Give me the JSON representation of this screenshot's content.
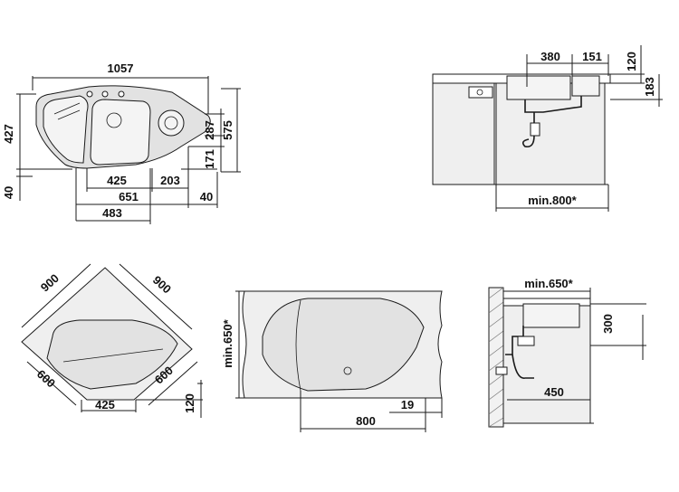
{
  "top_view": {
    "overall_width": "1057",
    "depth_left": "427",
    "front_edge_left": "40",
    "depth_right": "287",
    "overall_depth": "575",
    "drain_offset": "171",
    "dim_425": "425",
    "dim_203": "203",
    "dim_651": "651",
    "dim_40_right": "40",
    "dim_483": "483"
  },
  "side_view_1": {
    "dim_380": "380",
    "dim_151": "151",
    "dim_120": "120",
    "dim_183": "183",
    "min_cabinet": "min.800*"
  },
  "corner_view": {
    "side_left": "900",
    "side_right": "900",
    "front_left": "600",
    "front_right": "600",
    "front_width": "425",
    "front_offset": "120"
  },
  "front_view": {
    "min_depth": "min.650*",
    "width": "800",
    "edge_offset": "19"
  },
  "side_view_2": {
    "min_depth": "min.650*",
    "height": "300",
    "drain_offset": "450"
  }
}
